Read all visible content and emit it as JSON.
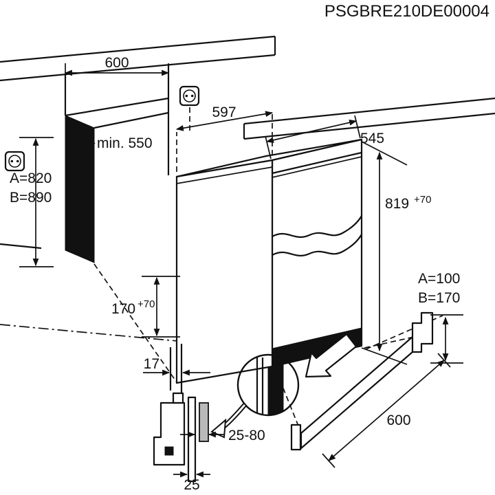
{
  "title": "PSGBRE210DE00004",
  "colors": {
    "line": "#111111",
    "background": "#ffffff",
    "bracket_gray": "#b9b9b9"
  },
  "dims": {
    "niche_width": "600",
    "niche_depth": "min. 550",
    "niche_height_a": "A=820",
    "niche_height_b": "B=890",
    "appliance_width": "597",
    "appliance_depth": "545",
    "appliance_height": "819",
    "appliance_height_tol": "+70",
    "recess_height": "170",
    "recess_height_tol": "+70",
    "side_gap": "17",
    "plinth_height_a": "A=100",
    "plinth_height_b": "B=170",
    "bracket_range": "25-80",
    "panel_thickness": "25",
    "plinth_length": "600"
  }
}
